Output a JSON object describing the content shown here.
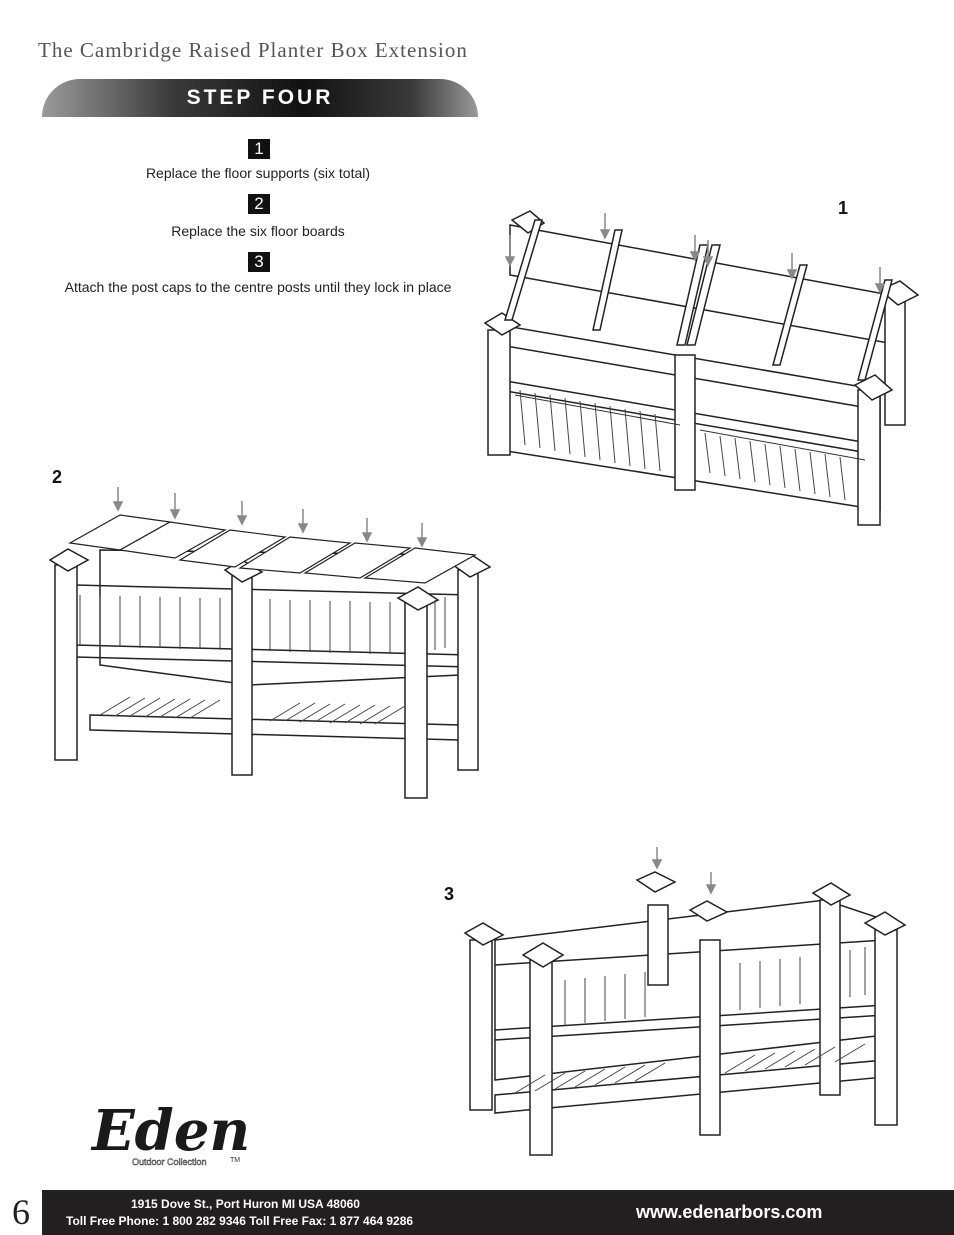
{
  "document": {
    "title": "The Cambridge Raised Planter Box Extension",
    "step_heading": "STEP FOUR"
  },
  "instructions": [
    {
      "number": "1",
      "text": "Replace the floor supports (six total)"
    },
    {
      "number": "2",
      "text": "Replace the six floor boards"
    },
    {
      "number": "3",
      "text": "Attach the post caps to the centre posts until they lock in place"
    }
  ],
  "figures": [
    {
      "label": "1"
    },
    {
      "label": "2"
    },
    {
      "label": "3"
    }
  ],
  "logo": {
    "text": "Eden",
    "tagline": "Outdoor Collection",
    "mark": "TM"
  },
  "footer": {
    "page_number": "6",
    "address": "1915 Dove St., Port Huron MI  USA  48060",
    "phones": "Toll Free Phone:  1 800 282 9346  Toll Free Fax:  1 877 464 9286",
    "website": "www.edenarbors.com"
  }
}
